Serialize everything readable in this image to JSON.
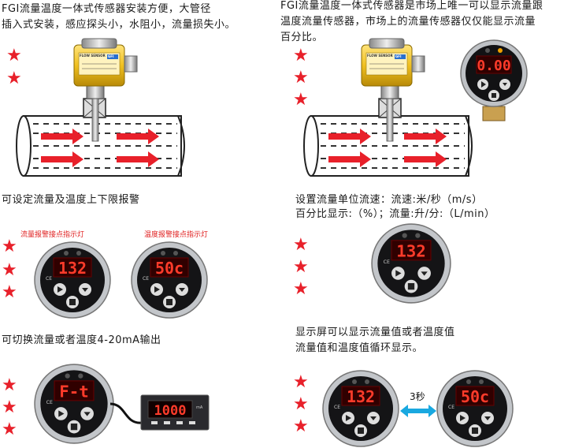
{
  "top_left_text": [
    "FGI流量温度一体式传感器安装方便，大管径",
    "插入式安装，感应探头小，水阻小，流量损失小。"
  ],
  "top_right_text": [
    "FGI流量温度一体式传感器是市场上唯一可以显示流量跟",
    "温度流量传感器，市场上的流量传感器仅仅能显示流量",
    "百分比。"
  ],
  "sensor_label": "FLOW SENSOR",
  "sensor_brand": "GFI",
  "section_alarm": "可设定流量及温度上下限报警",
  "alarm_flow_label": "流量报警接点指示灯",
  "alarm_temp_label": "温度报警接点指示灯",
  "section_units": [
    "设置流量单位流速：流速:米/秒（m/s）",
    "百分比显示:（%）；流量:升/分:（L/min）"
  ],
  "section_output": "可切换流量或者温度4-20mA输出",
  "section_cycle": [
    "显示屏可以显示流量值或者温度值",
    "流量值和温度值循环显示。"
  ],
  "cycle_interval": "3秒",
  "displays": {
    "top_right": "0.00",
    "flow": "132",
    "temp": "50c",
    "units": "132",
    "output": "F-t",
    "panel_meter": "1000",
    "cycle_flow": "132",
    "cycle_temp": "50c"
  },
  "panel_meter_unit": "mA",
  "colors": {
    "star": "#e8202a",
    "arrow": "#e8202a",
    "display_bg": "#300000",
    "digit": "#ff3b2a",
    "sensor_yellow": "#f0c020",
    "cycle_arrow": "#19a8e0"
  }
}
